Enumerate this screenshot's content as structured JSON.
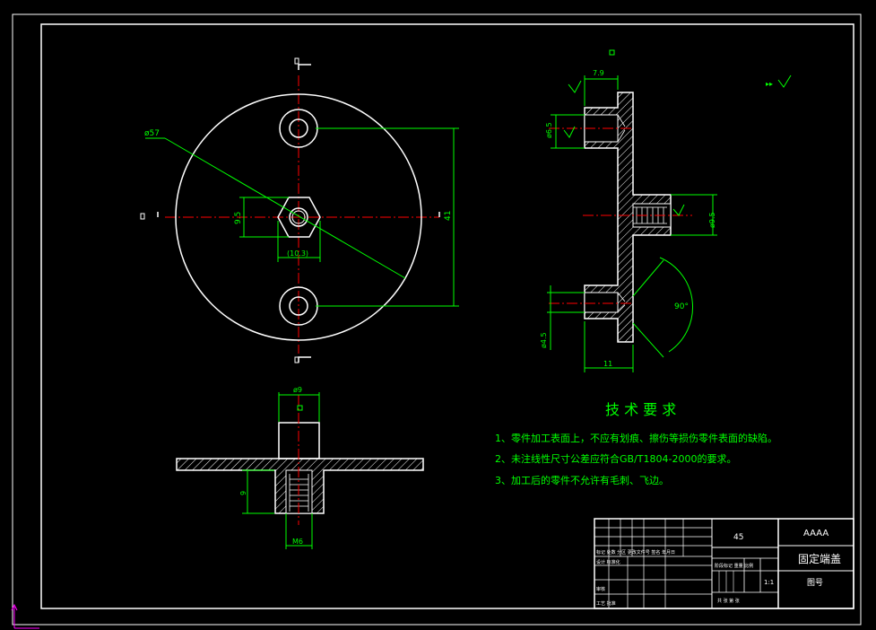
{
  "colors": {
    "background": "#000000",
    "outline": "#ffffff",
    "dimension": "#00ff00",
    "centerline": "#ff0000",
    "hatch": "#ffffff",
    "title_text": "#00ff00",
    "ucs": "#ff00ff",
    "marker": "#ffff00"
  },
  "front_view": {
    "dim_diameter": "ø57",
    "dim_height": "41",
    "dim_hex_height": "9.5",
    "dim_hex_width": "(10.3)"
  },
  "side_view": {
    "dim_top_width": "7.9",
    "dim_hole_upper": "ø6.5",
    "dim_center_hole": "ø9.5",
    "dim_hole_lower": "ø4.5",
    "dim_angle": "90°",
    "dim_bottom_width": "11"
  },
  "bottom_view": {
    "dim_boss": "ø9",
    "dim_depth": "9",
    "dim_thread": "M6"
  },
  "tech_requirements": {
    "title": "技 术 要 求",
    "items": [
      "1、零件加工表面上，不应有划痕、擦伤等损伤零件表面的缺陷。",
      "2、未注线性尺寸公差应符合GB/T1804-2000的要求。",
      "3、加工后的零件不允许有毛刺、飞边。"
    ]
  },
  "title_block": {
    "material": "45",
    "company": "AAAA",
    "part_name": "固定端盖",
    "drawing_no_label": "图号",
    "scale": "1:1",
    "row_label_1": "标记 处数 分区 更改文件号 签名 年月日",
    "row_label_2": "设计 标准化",
    "row_label_3": "审核",
    "row_label_4": "工艺 批准",
    "stage_label": "阶段标记 重量 比例",
    "sheet_label": "共 张 第 张"
  }
}
